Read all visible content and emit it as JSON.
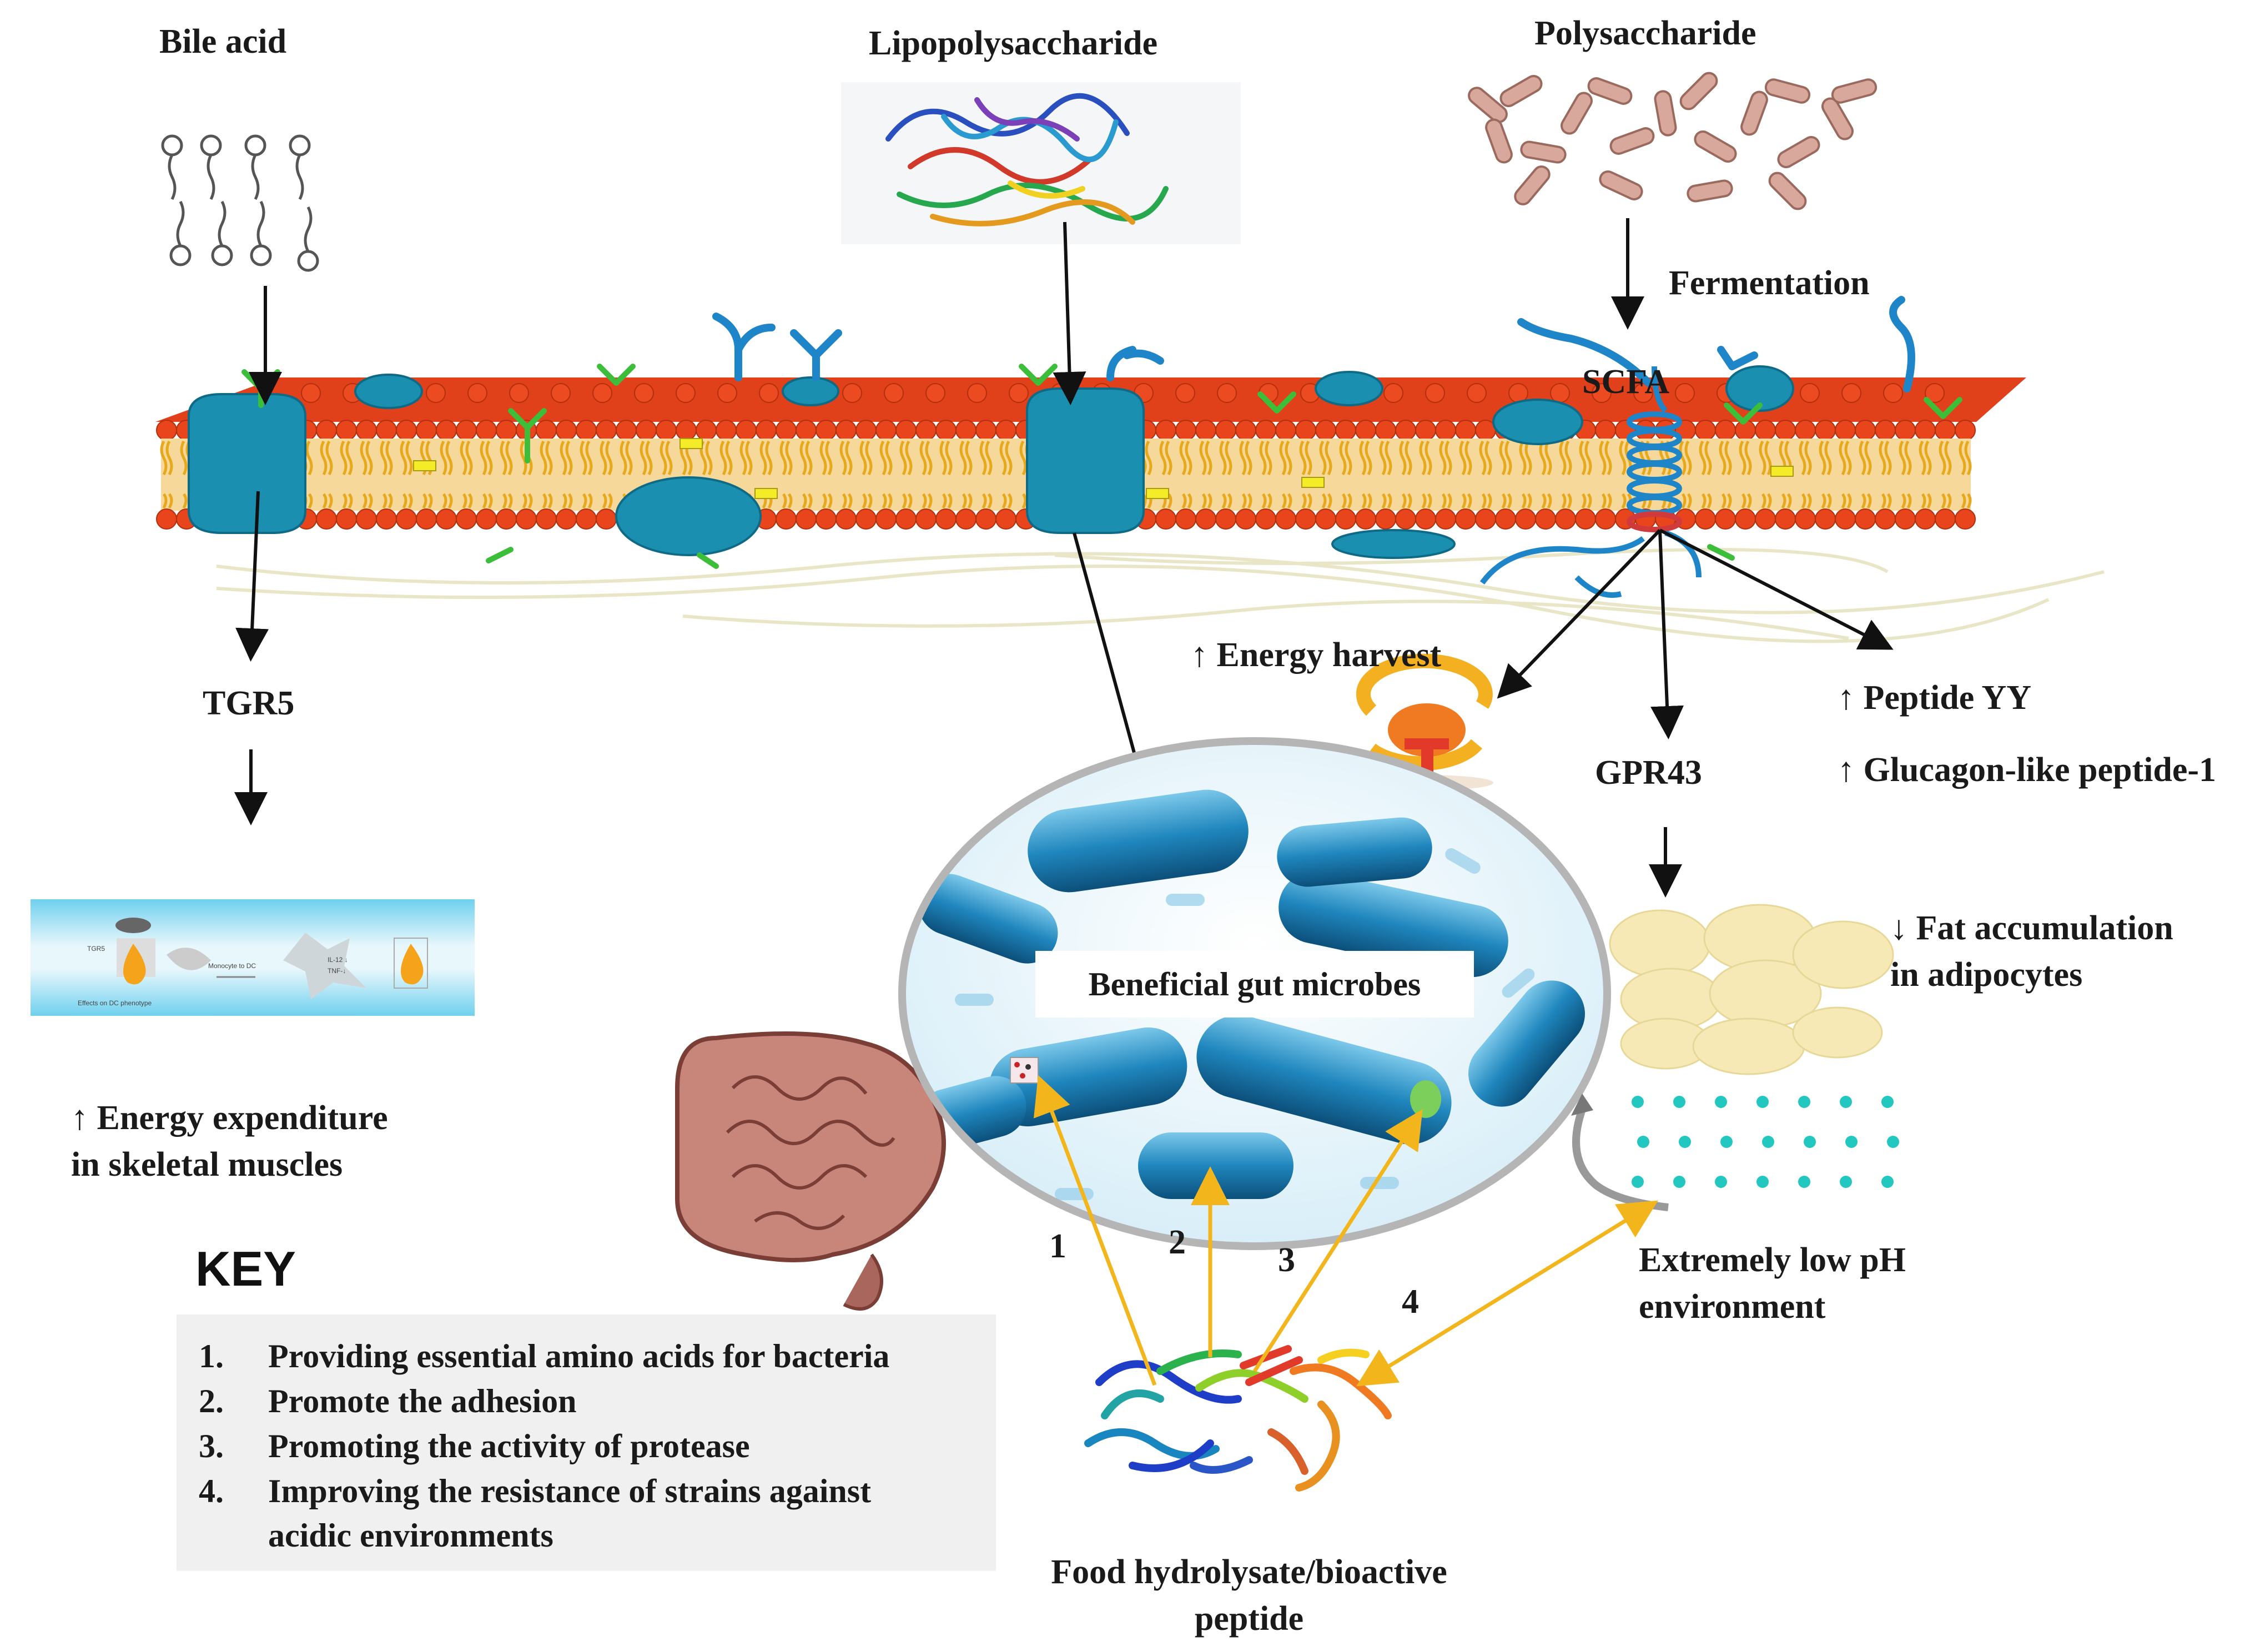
{
  "labels": {
    "bile_acid": "Bile acid",
    "lipopolysaccharide": "Lipopolysaccharide",
    "polysaccharide": "Polysaccharide",
    "fermentation": "Fermentation",
    "scfa": "SCFA",
    "tgr5": "TGR5",
    "energy_harvest": "↑ Energy harvest",
    "peptide_yy": "↑ Peptide YY",
    "glp1": "↑ Glucagon-like peptide-1",
    "gpr43": "GPR43",
    "fat_line1": "↓ Fat accumulation",
    "fat_line2": "in adipocytes",
    "energy_exp_line1": "↑ Energy expenditure",
    "energy_exp_line2": "in skeletal muscles",
    "beneficial_microbes": "Beneficial gut microbes",
    "low_ph_line1": "Extremely low pH",
    "low_ph_line2": "environment",
    "food_line1": "Food hydrolysate/bioactive",
    "food_line2": "peptide"
  },
  "arrow_numbers": [
    "1",
    "2",
    "3",
    "4"
  ],
  "inset": {
    "tgr5": "TGR5",
    "monocyte": "Monocyte to DC",
    "il": "IL-12 ↓",
    "tnf": "TNF-↓",
    "effects": "Effects on DC phenotype"
  },
  "key": {
    "title": "KEY",
    "items": [
      {
        "num": "1.",
        "text": "Providing essential amino acids for bacteria"
      },
      {
        "num": "2.",
        "text": "Promote the adhesion"
      },
      {
        "num": "3.",
        "text": "Promoting the activity of protease"
      },
      {
        "num": "4.",
        "text": "Improving the resistance of strains against"
      },
      {
        "num": "",
        "text": "acidic environments"
      }
    ]
  },
  "colors": {
    "membrane_head": "#e0401a",
    "membrane_tail": "#e8a81c",
    "protein": "#1a8fb0",
    "receptor_arm": "#1e86c8",
    "arrow_yellow": "#f2b51c",
    "microbe": "#2a9ad0",
    "fat_cell": "#f6e9b6",
    "dots": "#22c7c0"
  }
}
